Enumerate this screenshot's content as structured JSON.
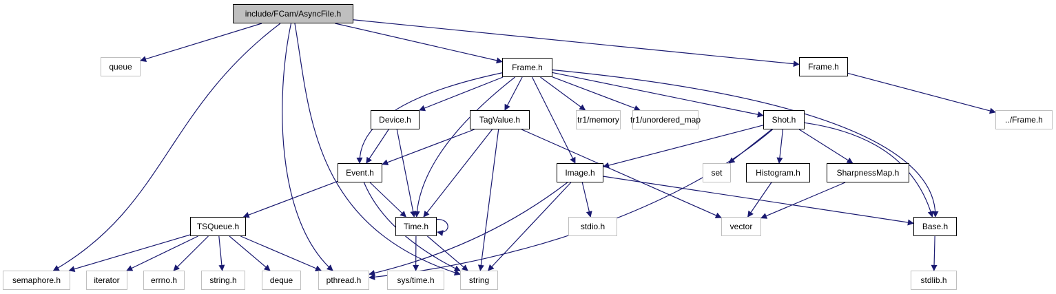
{
  "graph": {
    "title": "include/FCam/AsyncFile.h",
    "edge_color": "#191970",
    "root_fill": "#bfbfbf",
    "external_border": "#bfbfbf",
    "nodes": [
      {
        "id": "asyncfile",
        "label": "include/FCam/AsyncFile.h",
        "kind": "root"
      },
      {
        "id": "queue",
        "label": "queue",
        "kind": "external"
      },
      {
        "id": "frame",
        "label": "Frame.h",
        "kind": "internal"
      },
      {
        "id": "frame2",
        "label": "Frame.h",
        "kind": "internal"
      },
      {
        "id": "relframe",
        "label": "../Frame.h",
        "kind": "external"
      },
      {
        "id": "device",
        "label": "Device.h",
        "kind": "internal"
      },
      {
        "id": "tagvalue",
        "label": "TagValue.h",
        "kind": "internal"
      },
      {
        "id": "tr1memory",
        "label": "tr1/memory",
        "kind": "external"
      },
      {
        "id": "tr1umap",
        "label": "tr1/unordered_map",
        "kind": "external"
      },
      {
        "id": "shot",
        "label": "Shot.h",
        "kind": "internal"
      },
      {
        "id": "event",
        "label": "Event.h",
        "kind": "internal"
      },
      {
        "id": "image",
        "label": "Image.h",
        "kind": "internal"
      },
      {
        "id": "set",
        "label": "set",
        "kind": "external"
      },
      {
        "id": "histogram",
        "label": "Histogram.h",
        "kind": "internal"
      },
      {
        "id": "sharpness",
        "label": "SharpnessMap.h",
        "kind": "internal"
      },
      {
        "id": "tsqueue",
        "label": "TSQueue.h",
        "kind": "internal"
      },
      {
        "id": "time",
        "label": "Time.h",
        "kind": "internal"
      },
      {
        "id": "stdio",
        "label": "stdio.h",
        "kind": "external"
      },
      {
        "id": "vector",
        "label": "vector",
        "kind": "external"
      },
      {
        "id": "base",
        "label": "Base.h",
        "kind": "internal"
      },
      {
        "id": "semaphore",
        "label": "semaphore.h",
        "kind": "external"
      },
      {
        "id": "iterator",
        "label": "iterator",
        "kind": "external"
      },
      {
        "id": "errno",
        "label": "errno.h",
        "kind": "external"
      },
      {
        "id": "stringh",
        "label": "string.h",
        "kind": "external"
      },
      {
        "id": "deque",
        "label": "deque",
        "kind": "external"
      },
      {
        "id": "pthread",
        "label": "pthread.h",
        "kind": "external"
      },
      {
        "id": "systime",
        "label": "sys/time.h",
        "kind": "external"
      },
      {
        "id": "string",
        "label": "string",
        "kind": "external"
      },
      {
        "id": "stdlib",
        "label": "stdlib.h",
        "kind": "external"
      }
    ],
    "edges": [
      {
        "from": "asyncfile",
        "to": "queue"
      },
      {
        "from": "asyncfile",
        "to": "semaphore"
      },
      {
        "from": "asyncfile",
        "to": "pthread"
      },
      {
        "from": "asyncfile",
        "to": "string"
      },
      {
        "from": "asyncfile",
        "to": "frame"
      },
      {
        "from": "asyncfile",
        "to": "frame2"
      },
      {
        "from": "frame2",
        "to": "relframe"
      },
      {
        "from": "frame",
        "to": "event"
      },
      {
        "from": "frame",
        "to": "device"
      },
      {
        "from": "frame",
        "to": "time"
      },
      {
        "from": "frame",
        "to": "tagvalue"
      },
      {
        "from": "frame",
        "to": "image"
      },
      {
        "from": "frame",
        "to": "tr1memory"
      },
      {
        "from": "frame",
        "to": "tr1umap"
      },
      {
        "from": "frame",
        "to": "shot"
      },
      {
        "from": "frame",
        "to": "base"
      },
      {
        "from": "device",
        "to": "event"
      },
      {
        "from": "device",
        "to": "time"
      },
      {
        "from": "tagvalue",
        "to": "event"
      },
      {
        "from": "tagvalue",
        "to": "time"
      },
      {
        "from": "tagvalue",
        "to": "string"
      },
      {
        "from": "tagvalue",
        "to": "vector"
      },
      {
        "from": "shot",
        "to": "image"
      },
      {
        "from": "shot",
        "to": "pthread"
      },
      {
        "from": "shot",
        "to": "set"
      },
      {
        "from": "shot",
        "to": "histogram"
      },
      {
        "from": "shot",
        "to": "sharpness"
      },
      {
        "from": "shot",
        "to": "base"
      },
      {
        "from": "event",
        "to": "tsqueue"
      },
      {
        "from": "event",
        "to": "time"
      },
      {
        "from": "event",
        "to": "string"
      },
      {
        "from": "image",
        "to": "pthread"
      },
      {
        "from": "image",
        "to": "string"
      },
      {
        "from": "image",
        "to": "stdio"
      },
      {
        "from": "image",
        "to": "base"
      },
      {
        "from": "histogram",
        "to": "vector"
      },
      {
        "from": "sharpness",
        "to": "vector"
      },
      {
        "from": "tsqueue",
        "to": "semaphore"
      },
      {
        "from": "tsqueue",
        "to": "iterator"
      },
      {
        "from": "tsqueue",
        "to": "errno"
      },
      {
        "from": "tsqueue",
        "to": "stringh"
      },
      {
        "from": "tsqueue",
        "to": "deque"
      },
      {
        "from": "tsqueue",
        "to": "pthread"
      },
      {
        "from": "time",
        "to": "time"
      },
      {
        "from": "time",
        "to": "systime"
      },
      {
        "from": "time",
        "to": "string"
      },
      {
        "from": "base",
        "to": "stdlib"
      }
    ]
  }
}
